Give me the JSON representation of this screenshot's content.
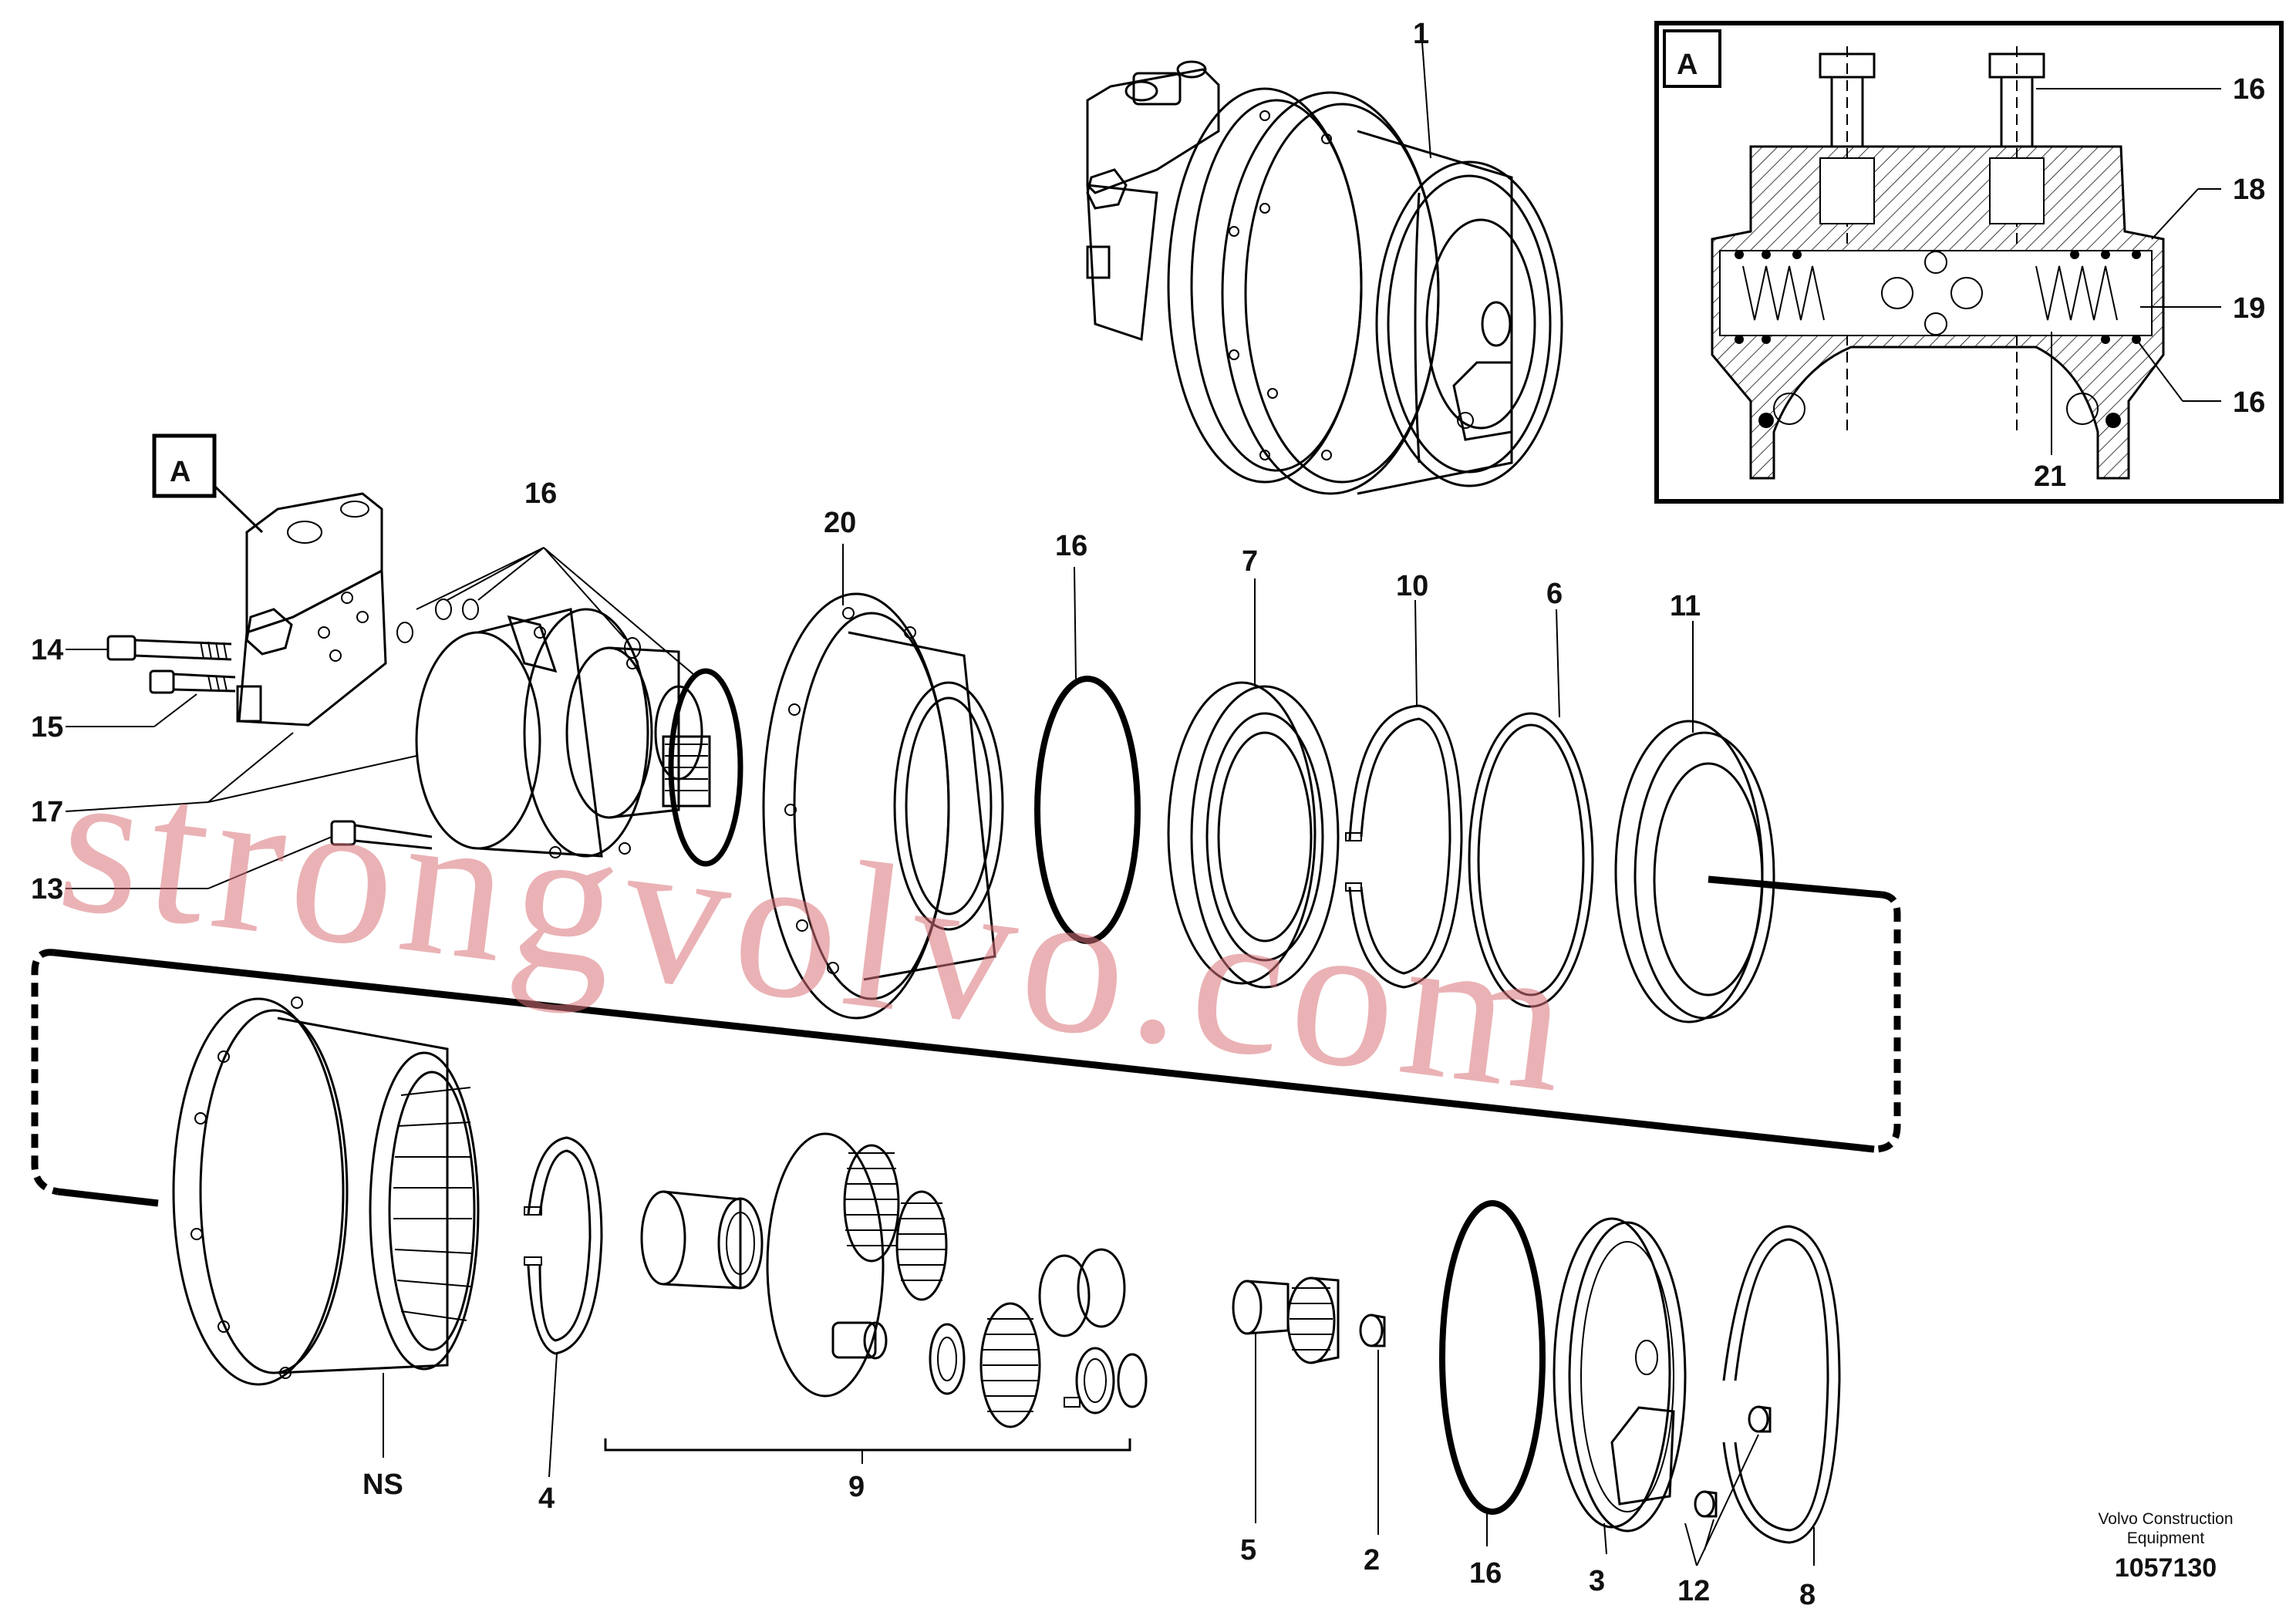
{
  "callouts": {
    "c1": "1",
    "c16a": "16",
    "c18": "18",
    "c19": "19",
    "c16b": "16",
    "c21": "21",
    "cA_left": "A",
    "cA_inset": "A",
    "c16c": "16",
    "c14": "14",
    "c15": "15",
    "c17": "17",
    "c13": "13",
    "c20": "20",
    "c16d": "16",
    "c7": "7",
    "c10": "10",
    "c6": "6",
    "c11": "11",
    "cNS": "NS",
    "c4": "4",
    "c9": "9",
    "c5": "5",
    "c2": "2",
    "c16e": "16",
    "c3": "3",
    "c12": "12",
    "c8": "8"
  },
  "watermark": "strongvolvo.com",
  "credit": {
    "line1": "Volvo Construction",
    "line2": "Equipment"
  },
  "document_number": "1057130"
}
